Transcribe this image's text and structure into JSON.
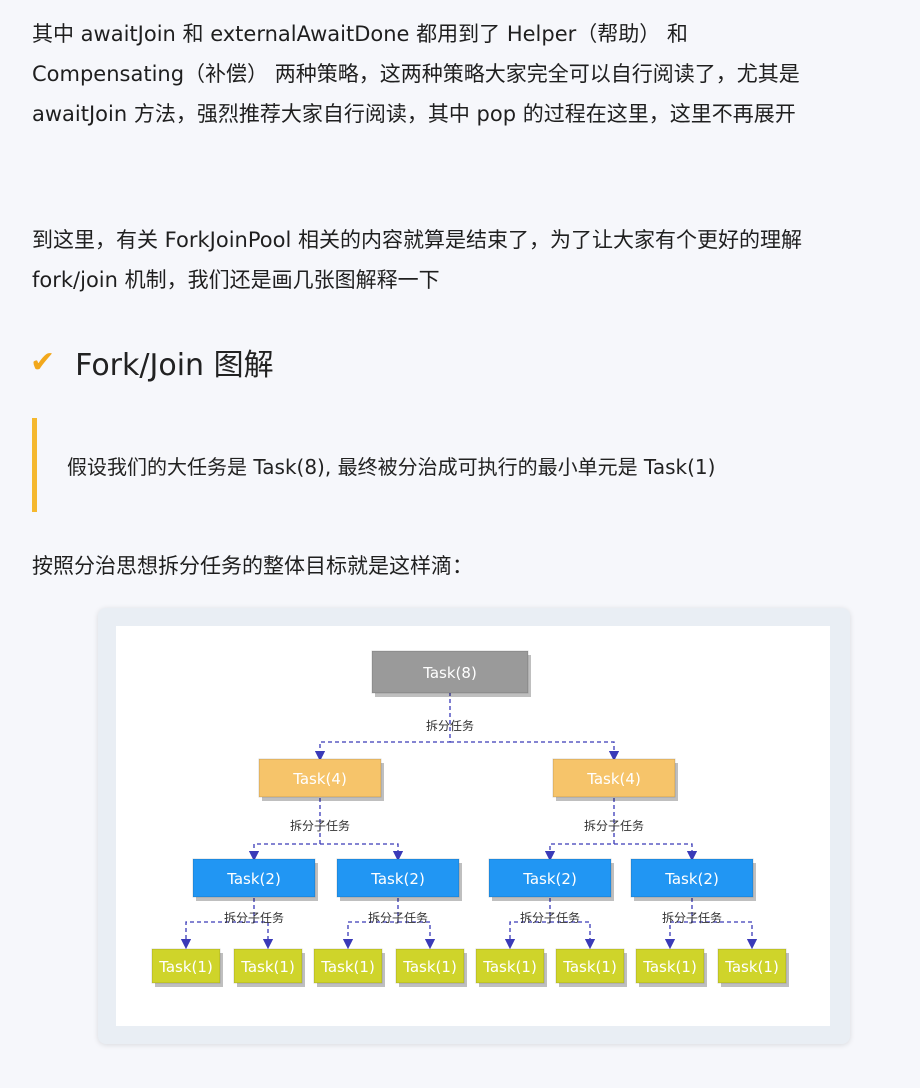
{
  "paragraphs": {
    "p1_line1": "其中 awaitJoin 和 externalAwaitDone 都用到了 Helper（帮助） 和",
    "p1_line2": "Compensating（补偿） 两种策略，这两种策略大家完全可以自行阅读了，尤其是",
    "p1_line3": "awaitJoin 方法，强烈推荐大家自行阅读，其中 pop 的过程在这里，这里不再展开",
    "p2_line1": "到这里，有关 ForkJoinPool 相关的内容就算是结束了，为了让大家有个更好的理解",
    "p2_line2": "fork/join 机制，我们还是画几张图解释一下"
  },
  "heading": {
    "icon": "check-icon",
    "text": "Fork/Join 图解"
  },
  "quote": {
    "text": "假设我们的大任务是 Task(8), 最终被分治成可执行的最小单元是 Task(1)"
  },
  "intro": {
    "text": "按照分治思想拆分任务的整体目标就是这样滴："
  },
  "diagram": {
    "root": "Task(8)",
    "level1": [
      "Task(4)",
      "Task(4)"
    ],
    "level2": [
      "Task(2)",
      "Task(2)",
      "Task(2)",
      "Task(2)"
    ],
    "level3": [
      "Task(1)",
      "Task(1)",
      "Task(1)",
      "Task(1)",
      "Task(1)",
      "Task(1)",
      "Task(1)",
      "Task(1)"
    ],
    "edge_label_root": "拆分任务",
    "edge_label_sub": "拆分子任务",
    "colors": {
      "root": "#9a9a9a",
      "level1": "#f6c46a",
      "level2": "#2196f3",
      "level3": "#cfd42a",
      "edge": "#3a3ab8"
    }
  }
}
